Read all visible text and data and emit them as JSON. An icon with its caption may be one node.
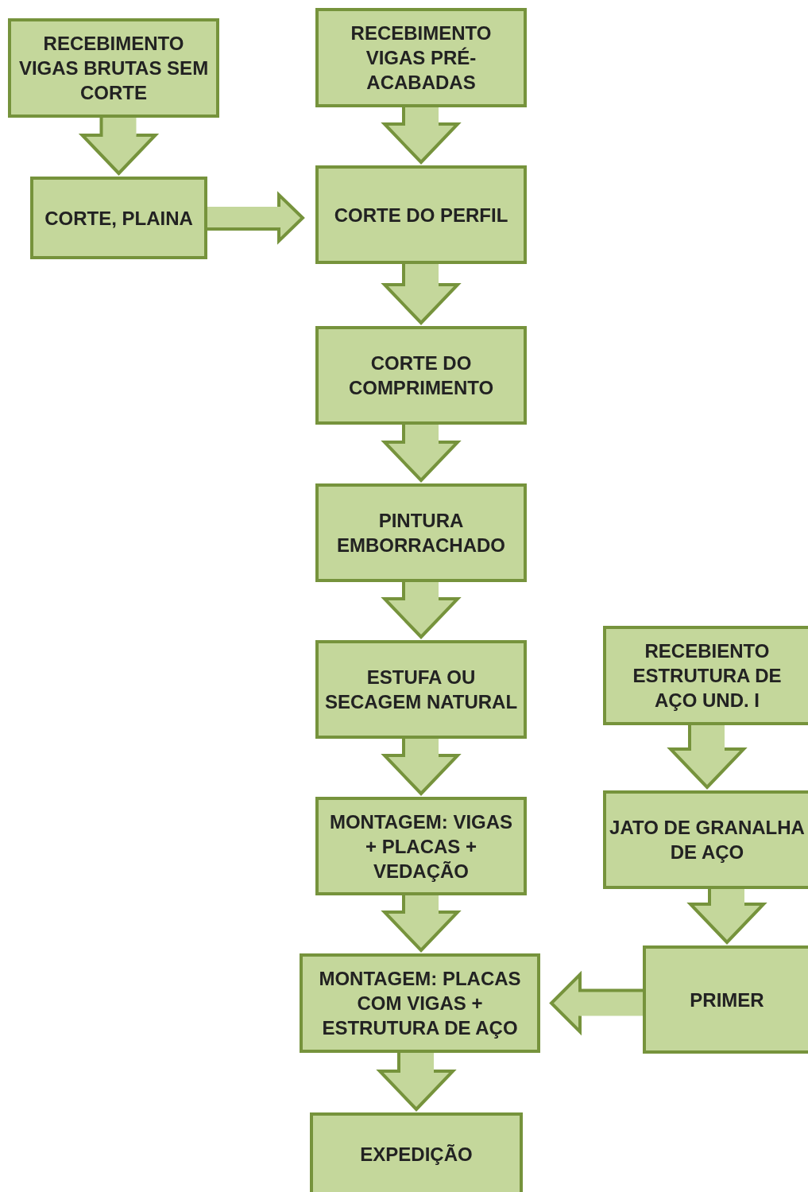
{
  "diagram": {
    "nodes": [
      {
        "text": [
          "RECEBIMENTO VIGAS BRUTAS SEM CORTE"
        ]
      },
      {
        "text": [
          "RECEBIMENTO VIGAS PRÉ-ACABADAS"
        ]
      },
      {
        "text": [
          "CORTE, PLAINA"
        ]
      },
      {
        "text": [
          "CORTE DO PERFIL"
        ]
      },
      {
        "text": [
          "CORTE DO COMPRIMENTO"
        ]
      },
      {
        "text": [
          "PINTURA EMBORRACHADO"
        ]
      },
      {
        "text": [
          "ESTUFA OU SECAGEM NATURAL"
        ]
      },
      {
        "text": [
          "RECEBIENTO ESTRUTURA DE AÇO UND. I"
        ]
      },
      {
        "text": [
          "MONTAGEM: VIGAS + PLACAS + VEDAÇÃO"
        ]
      },
      {
        "text": [
          "JATO DE GRANALHA DE AÇO"
        ]
      },
      {
        "text": [
          "MONTAGEM: PLACAS COM VIGAS + ESTRUTURA DE AÇO"
        ]
      },
      {
        "text": [
          "PRIMER"
        ]
      },
      {
        "text": [
          "EXPEDIÇÃO"
        ]
      }
    ],
    "edges": [
      {
        "from": 0,
        "to": 2,
        "arrow": "to"
      },
      {
        "from": 1,
        "to": 3,
        "arrow": "to"
      },
      {
        "from": 2,
        "to": 3,
        "arrow": "to"
      },
      {
        "from": 3,
        "to": 4,
        "arrow": "to"
      },
      {
        "from": 4,
        "to": 5,
        "arrow": "to"
      },
      {
        "from": 5,
        "to": 6,
        "arrow": "to"
      },
      {
        "from": 6,
        "to": 8,
        "arrow": "to"
      },
      {
        "from": 7,
        "to": 9,
        "arrow": "to"
      },
      {
        "from": 8,
        "to": 10,
        "arrow": "to"
      },
      {
        "from": 9,
        "to": 11,
        "arrow": "to"
      },
      {
        "from": 11,
        "to": 10,
        "arrow": "to"
      },
      {
        "from": 10,
        "to": 12,
        "arrow": "to"
      }
    ]
  }
}
